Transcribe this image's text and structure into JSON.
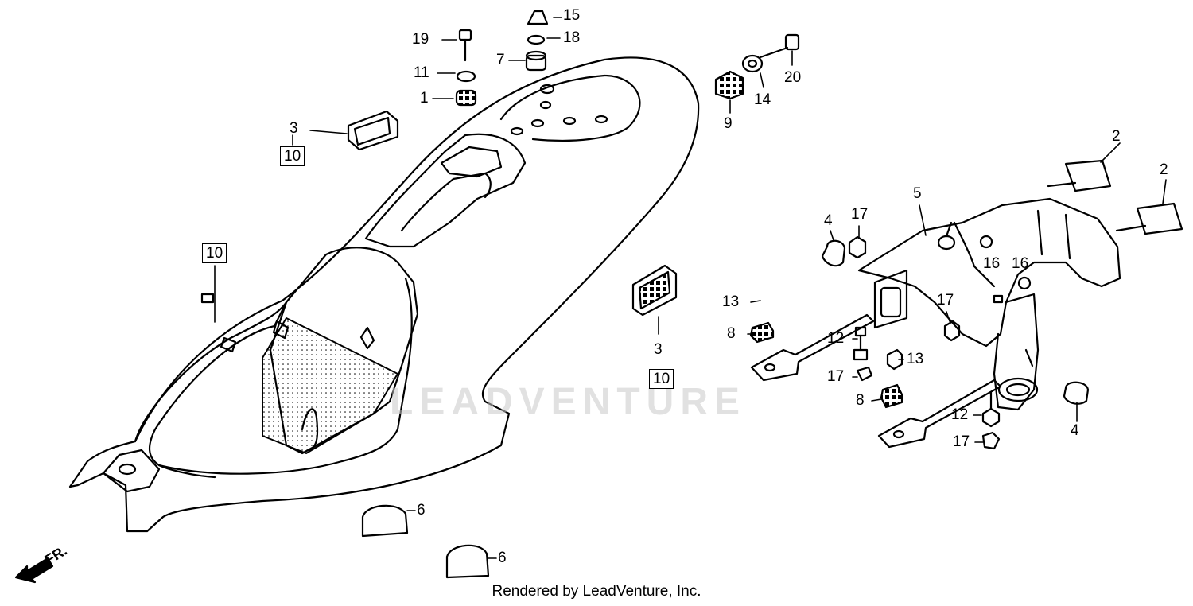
{
  "watermark": "LEADVENTURE",
  "footer": "Rendered by LeadVenture, Inc.",
  "direction_label": "FR.",
  "callouts": [
    {
      "id": "c15",
      "text": "15",
      "boxed": false
    },
    {
      "id": "c19",
      "text": "19",
      "boxed": false
    },
    {
      "id": "c18",
      "text": "18",
      "boxed": false
    },
    {
      "id": "c7",
      "text": "7",
      "boxed": false
    },
    {
      "id": "c11",
      "text": "11",
      "boxed": false
    },
    {
      "id": "c1",
      "text": "1",
      "boxed": false
    },
    {
      "id": "c3a",
      "text": "3",
      "boxed": false
    },
    {
      "id": "c10a",
      "text": "10",
      "boxed": true
    },
    {
      "id": "c10b",
      "text": "10",
      "boxed": true
    },
    {
      "id": "c9",
      "text": "9",
      "boxed": false
    },
    {
      "id": "c14",
      "text": "14",
      "boxed": false
    },
    {
      "id": "c20",
      "text": "20",
      "boxed": false
    },
    {
      "id": "c2a",
      "text": "2",
      "boxed": false
    },
    {
      "id": "c2b",
      "text": "2",
      "boxed": false
    },
    {
      "id": "c5",
      "text": "5",
      "boxed": false
    },
    {
      "id": "c4a",
      "text": "4",
      "boxed": false
    },
    {
      "id": "c17a",
      "text": "17",
      "boxed": false
    },
    {
      "id": "c16a",
      "text": "16",
      "boxed": false
    },
    {
      "id": "c16b",
      "text": "16",
      "boxed": false
    },
    {
      "id": "c13a",
      "text": "13",
      "boxed": false
    },
    {
      "id": "c8a",
      "text": "8",
      "boxed": false
    },
    {
      "id": "c3b",
      "text": "3",
      "boxed": false
    },
    {
      "id": "c10c",
      "text": "10",
      "boxed": true
    },
    {
      "id": "c17b",
      "text": "17",
      "boxed": false
    },
    {
      "id": "c12a",
      "text": "12",
      "boxed": false
    },
    {
      "id": "c13b",
      "text": "13",
      "boxed": false
    },
    {
      "id": "c17c",
      "text": "17",
      "boxed": false
    },
    {
      "id": "c8b",
      "text": "8",
      "boxed": false
    },
    {
      "id": "c12b",
      "text": "12",
      "boxed": false
    },
    {
      "id": "c17d",
      "text": "17",
      "boxed": false
    },
    {
      "id": "c4b",
      "text": "4",
      "boxed": false
    },
    {
      "id": "c6a",
      "text": "6",
      "boxed": false
    },
    {
      "id": "c6b",
      "text": "6",
      "boxed": false
    }
  ]
}
